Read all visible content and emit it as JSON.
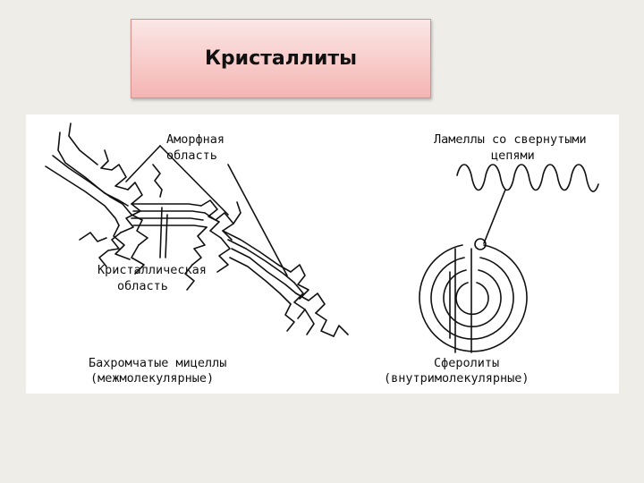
{
  "slide": {
    "title": "Кристаллиты"
  },
  "figure": {
    "left_panel": {
      "amorphous_label_line1": "Аморфная",
      "amorphous_label_line2": "область",
      "crystalline_label_line1": "Кристаллическая",
      "crystalline_label_line2": "область",
      "caption_line1": "Бахромчатые мицеллы",
      "caption_line2": "(межмолекулярные)"
    },
    "right_panel": {
      "lamellae_label_line1": "Ламеллы со свернутыми",
      "lamellae_label_line2": "цепями",
      "caption_line1": "Сферолиты",
      "caption_line2": "(внутримолекулярные)"
    }
  },
  "colors": {
    "title_gradient_top": "#fbe7e6",
    "title_gradient_bottom": "#f4b5b3",
    "line": "#111111"
  }
}
